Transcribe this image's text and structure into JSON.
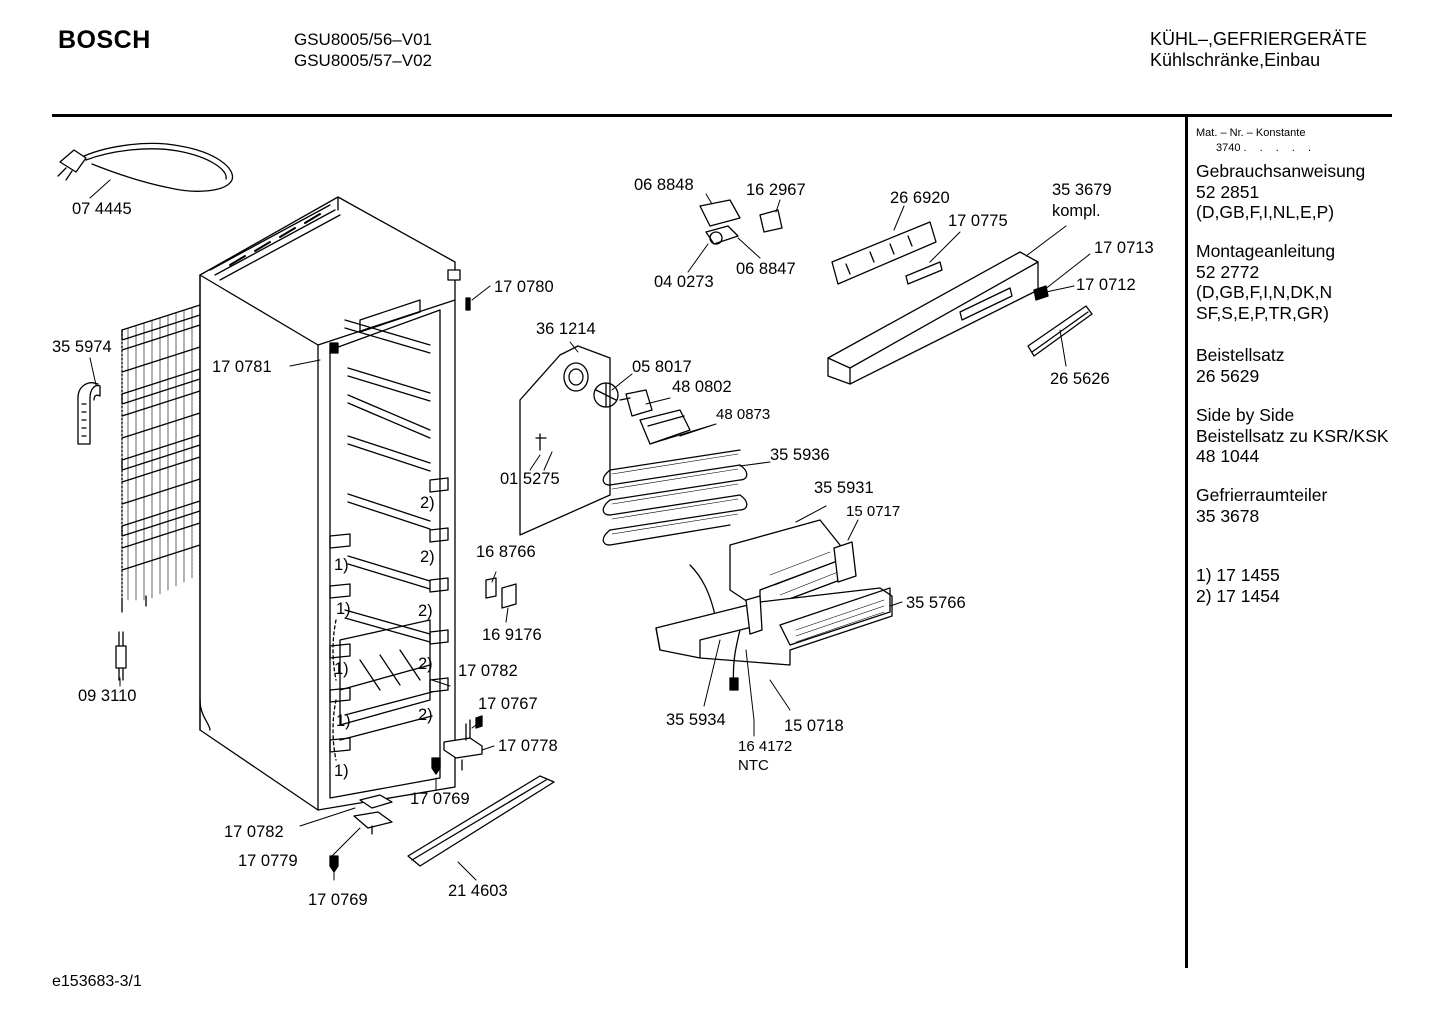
{
  "header": {
    "brand": "BOSCH",
    "models": [
      "GSU8005/56–V01",
      "GSU8005/57–V02"
    ],
    "category": [
      "KÜHL–,GEFRIERGERÄTE",
      "Kühlschränke,Einbau"
    ]
  },
  "sidebar": {
    "mat_label": "Mat. – Nr. – Konstante",
    "mat_value": "3740",
    "mat_dots": ". . . . .",
    "blocks": [
      [
        "Gebrauchsanweisung",
        "52 2851",
        "(D,GB,F,I,NL,E,P)"
      ],
      [
        "Montageanleitung",
        "52 2772",
        "(D,GB,F,I,N,DK,N",
        "SF,S,E,P,TR,GR)"
      ],
      [
        "Beistellsatz",
        "26 5629"
      ],
      [
        "Side by Side",
        "Beistellsatz zu KSR/KSK",
        "48 1044"
      ],
      [
        "Gefrierraumteiler",
        "35 3678"
      ],
      [
        "1) 17 1455",
        "2) 17 1454"
      ]
    ]
  },
  "footer": "e153683-3/1",
  "parts": {
    "p074445": "07 4445",
    "p355974": "35 5974",
    "p093110": "09 3110",
    "p170780": "17 0780",
    "p170781": "17 0781",
    "n2a": "2)",
    "n2b": "2)",
    "n2c": "2)",
    "n2d": "2)",
    "n2e": "2)",
    "n1a": "1)",
    "n1b": "1)",
    "n1c": "1)",
    "n1d": "1)",
    "n1e": "1)",
    "p170782a": "17 0782",
    "p170767": "17 0767",
    "p170778": "17 0778",
    "p170769a": "17 0769",
    "p170782b": "17 0782",
    "p170779": "17 0779",
    "p170769b": "17 0769",
    "p214603": "21 4603",
    "p168766": "16 8766",
    "p169176": "16 9176",
    "p361214": "36 1214",
    "p058017": "05 8017",
    "p480802": "48 0802",
    "p480873": "48 0873",
    "p015275": "01 5275",
    "p355936": "35 5936",
    "p068848": "06 8848",
    "p162967": "16 2967",
    "p040273": "04 0273",
    "p068847": "06 8847",
    "p266920": "26 6920",
    "p170775": "17 0775",
    "p353679": "35 3679",
    "kompl": "kompl.",
    "p170713": "17  0713",
    "p170712": "17 0712",
    "p265626": "26 5626",
    "p355931": "35 5931",
    "p150717": "15  0717",
    "p355766": "35 5766",
    "p355934": "35 5934",
    "p150718": "15  0718",
    "p164172": "16 4172",
    "ntc": "NTC"
  }
}
